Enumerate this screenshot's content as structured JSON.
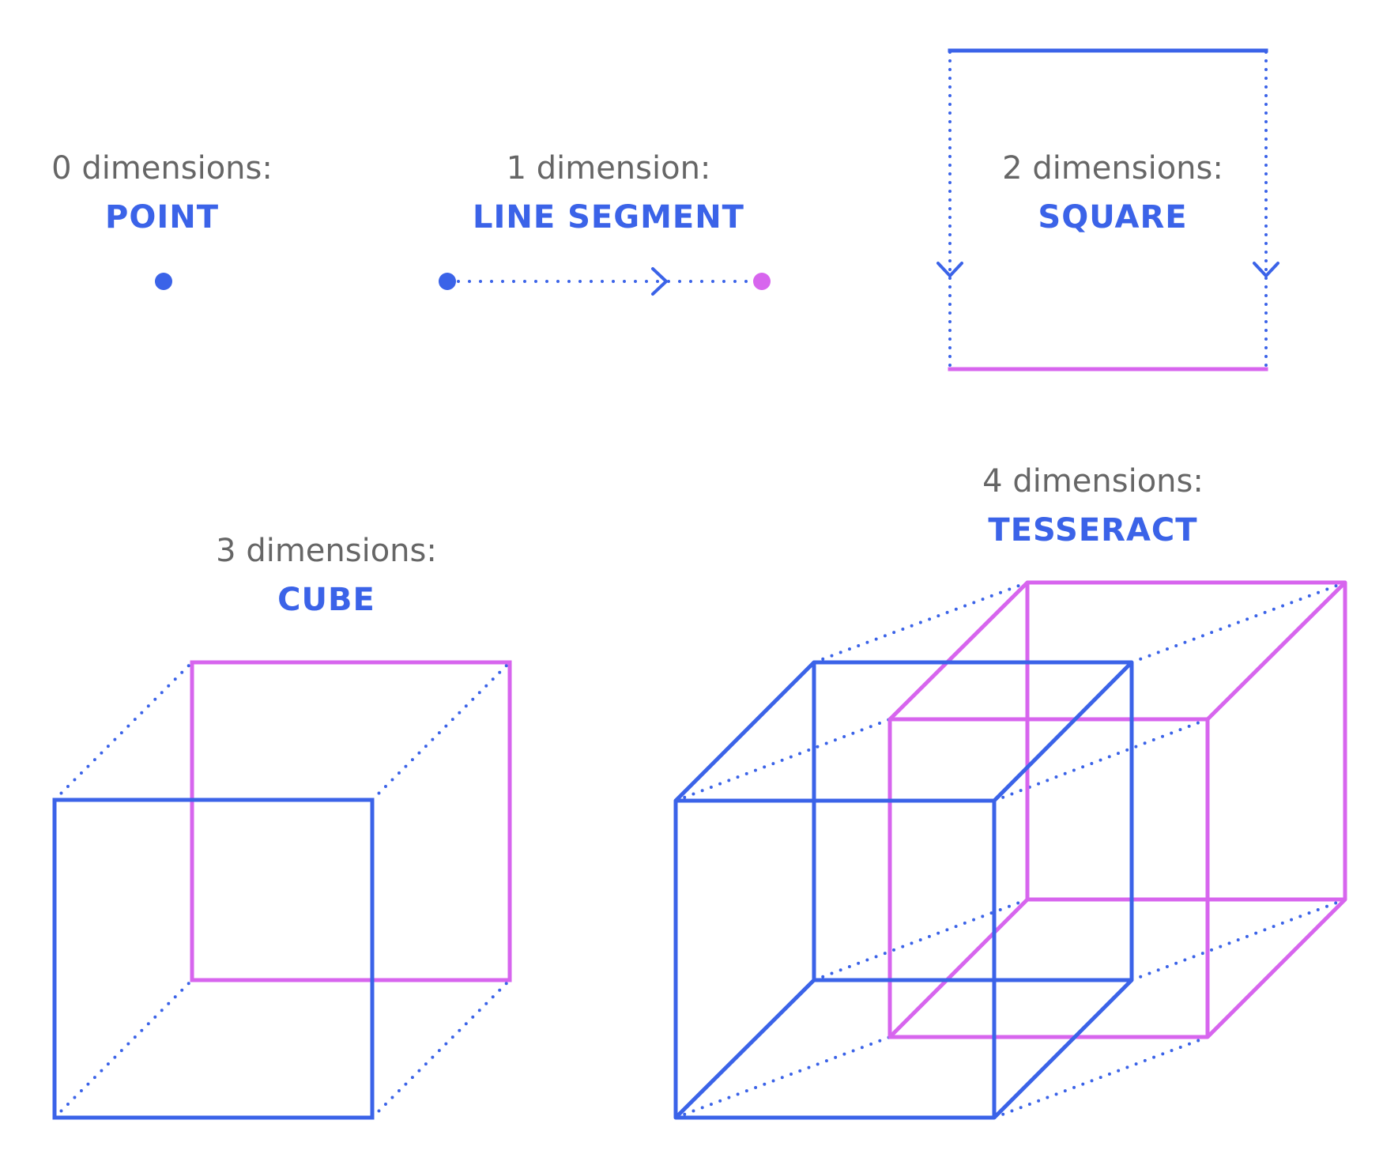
{
  "colors": {
    "blue": "#3B63E8",
    "magenta": "#D765EE",
    "caption_gray": "#666666",
    "background": "#FFFFFF"
  },
  "stages": [
    {
      "dims_label": "0 dimensions:",
      "name": "POINT"
    },
    {
      "dims_label": "1 dimension:",
      "name": "LINE SEGMENT"
    },
    {
      "dims_label": "2 dimensions:",
      "name": "SQUARE"
    },
    {
      "dims_label": "3 dimensions:",
      "name": "CUBE"
    },
    {
      "dims_label": "4 dimensions:",
      "name": "TESSERACT"
    }
  ]
}
